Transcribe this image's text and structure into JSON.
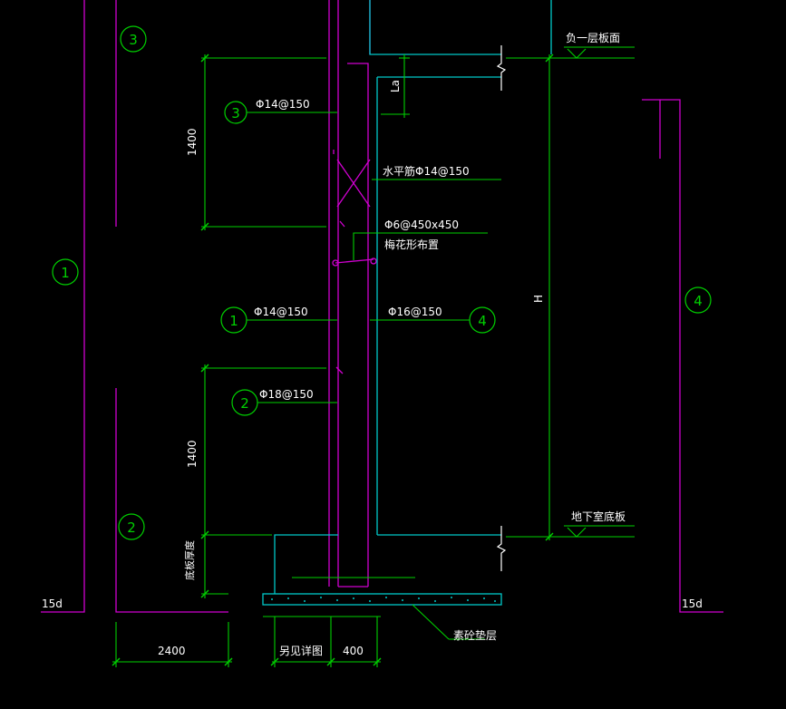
{
  "colors": {
    "background": "#000000",
    "green": "#00d000",
    "magenta": "#d000d0",
    "cyan": "#00c8c8",
    "white": "#ffffff"
  },
  "circle_labels": {
    "c3_top": "3",
    "c3_mid": "3",
    "c1_left": "1",
    "c1_mid": "1",
    "c2_mid": "2",
    "c2_bottom": "2",
    "c4_mid": "4",
    "c4_right": "4"
  },
  "rebar_labels": {
    "r3": "Φ14@150",
    "horizontal": "水平筋Φ14@150",
    "tie": "Φ6@450x450",
    "tie_note": "梅花形布置",
    "r1": "Φ14@150",
    "r4": "Φ16@150",
    "r2": "Φ18@150"
  },
  "level_labels": {
    "top_slab": "负一层板面",
    "bottom_slab": "地下室底板"
  },
  "dimensions": {
    "upper_1400": "1400",
    "lower_1400": "1400",
    "la": "La",
    "height": "H",
    "base_thickness": "底板厚度",
    "d_2400": "2400",
    "d_see_detail": "另见详图",
    "d_400": "400",
    "left_15d": "15d",
    "right_15d": "15d"
  },
  "notes": {
    "gravel": "素砼垫层"
  }
}
